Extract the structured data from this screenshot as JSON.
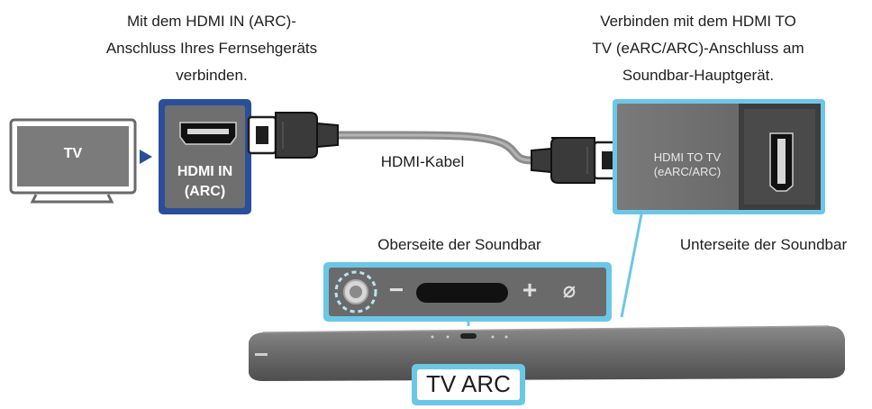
{
  "left_caption": [
    "Mit dem HDMI IN (ARC)-",
    "Anschluss Ihres Fernsehgeräts",
    "verbinden."
  ],
  "right_caption": [
    "Verbinden mit dem HDMI TO",
    "TV (eARC/ARC)-Anschluss am",
    "Soundbar-Hauptgerät."
  ],
  "tv_label": "TV",
  "hdmi_in_label": [
    "HDMI IN",
    "(ARC)"
  ],
  "cable_label": "HDMI-Kabel",
  "hdmi_to_tv_label": [
    "HDMI TO TV",
    "(eARC/ARC)"
  ],
  "top_of_soundbar": "Oberseite der Soundbar",
  "bottom_of_soundbar": "Unterseite der Soundbar",
  "tv_arc_label": "TV ARC",
  "control_symbols": {
    "minus": "−",
    "plus": "+",
    "mute": "⌀"
  },
  "colors": {
    "accent": "#6cc7e6",
    "dark_accent": "#2a4f9a",
    "panel": "#6e6e6e",
    "soundbar": "#6f6f6f"
  }
}
